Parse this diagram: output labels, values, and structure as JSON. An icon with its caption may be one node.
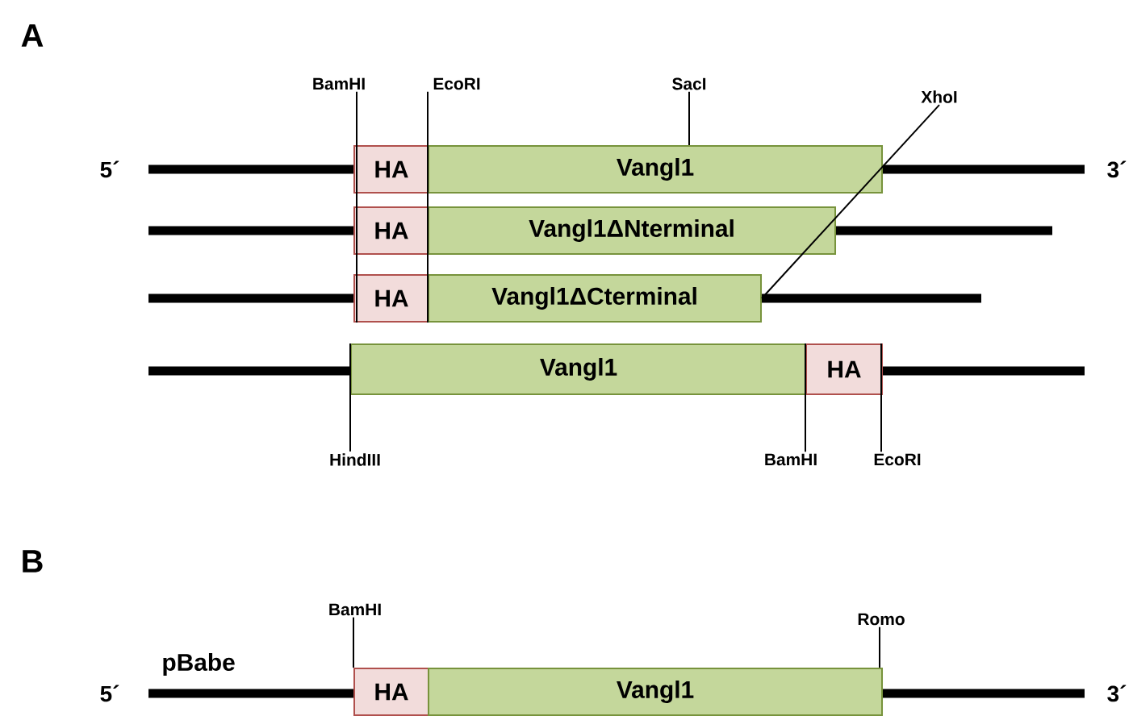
{
  "diagram": {
    "nodes": [
      {
        "text": [
          "HA"
        ]
      },
      {
        "text": [
          "Vangl1"
        ]
      },
      {
        "text": [
          "HA"
        ]
      },
      {
        "text": [
          "Vangl1ΔNterminal"
        ]
      },
      {
        "text": [
          "HA"
        ]
      },
      {
        "text": [
          "Vangl1ΔCterminal"
        ]
      },
      {
        "text": [
          "Vangl1"
        ]
      },
      {
        "text": [
          "HA"
        ]
      },
      {
        "text": [
          "HA"
        ]
      },
      {
        "text": [
          "Vangl1"
        ]
      },
      {
        "text": [
          "BamHI"
        ]
      },
      {
        "text": [
          "EcoRI"
        ]
      },
      {
        "text": [
          "SacI"
        ]
      },
      {
        "text": [
          "XhoI"
        ]
      },
      {
        "text": [
          "HindIII"
        ]
      },
      {
        "text": [
          "BamHI"
        ]
      },
      {
        "text": [
          "EcoRI"
        ]
      },
      {
        "text": [
          "BamHI"
        ]
      },
      {
        "text": [
          "Romo"
        ]
      }
    ],
    "edges": [
      {
        "from": 10,
        "to": 4,
        "arrow": "none"
      },
      {
        "from": 11,
        "to": 4,
        "arrow": "none"
      },
      {
        "from": 12,
        "to": 1,
        "arrow": "none"
      },
      {
        "from": 13,
        "to": 5,
        "arrow": "none"
      },
      {
        "from": 14,
        "to": 6,
        "arrow": "none"
      },
      {
        "from": 15,
        "to": 7,
        "arrow": "none"
      },
      {
        "from": 16,
        "to": 7,
        "arrow": "none"
      },
      {
        "from": 17,
        "to": 8,
        "arrow": "none"
      },
      {
        "from": 18,
        "to": 9,
        "arrow": "none"
      }
    ],
    "labels": [
      "A",
      "5´",
      "3´",
      "B",
      "pBabe",
      "5´",
      "3´"
    ]
  }
}
